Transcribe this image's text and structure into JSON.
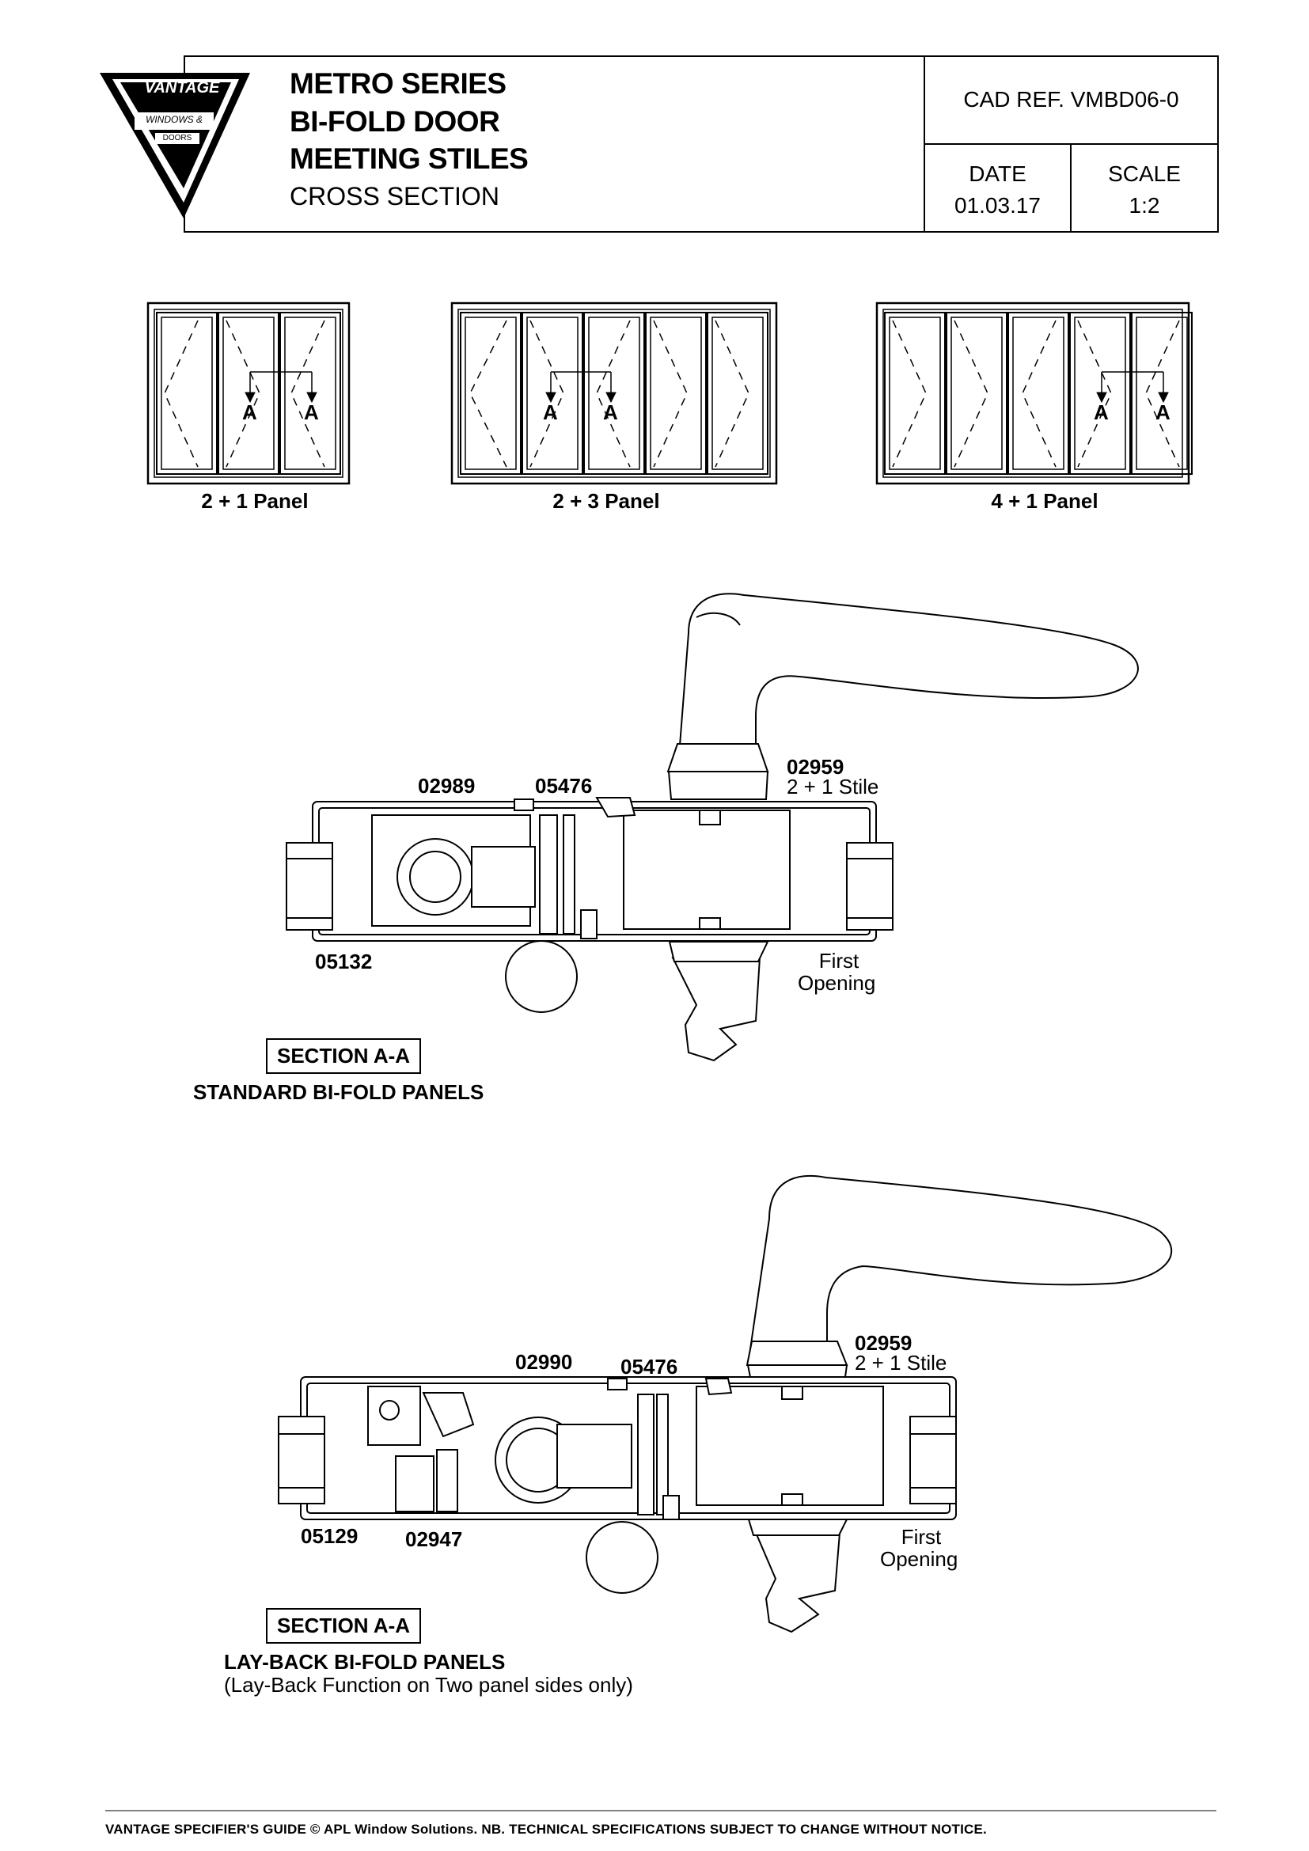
{
  "title_block": {
    "brand": "VANTAGE",
    "brand_sub_1": "WINDOWS &",
    "brand_sub_2": "DOORS",
    "title_line_1": "METRO SERIES",
    "title_line_2": "BI-FOLD DOOR",
    "title_line_3": "MEETING STILES",
    "subtitle": "CROSS SECTION",
    "cad_ref": "CAD REF.  VMBD06-0",
    "date_label": "DATE",
    "date_value": "01.03.17",
    "scale_label": "SCALE",
    "scale_value": "1:2"
  },
  "panel_configs": [
    {
      "label": "2 + 1 Panel",
      "section_marker": "A"
    },
    {
      "label": "2 + 3 Panel",
      "section_marker": "A"
    },
    {
      "label": "4 + 1 Panel",
      "section_marker": "A"
    }
  ],
  "section_standard": {
    "parts": {
      "p1": "02989",
      "p2": "05476",
      "p3": "02959",
      "p3_note": "2 + 1 Stile",
      "p4": "05132",
      "opening_1": "First",
      "opening_2": "Opening"
    },
    "section_label": "SECTION A-A",
    "caption": "STANDARD BI-FOLD PANELS"
  },
  "section_layback": {
    "parts": {
      "p1": "02990",
      "p2": "05476",
      "p3": "02959",
      "p3_note": "2 + 1 Stile",
      "p4": "05129",
      "p5": "02947",
      "opening_1": "First",
      "opening_2": "Opening"
    },
    "section_label": "SECTION A-A",
    "caption": "LAY-BACK BI-FOLD PANELS",
    "caption_note": "(Lay-Back Function on Two panel sides only)"
  },
  "footer": "VANTAGE SPECIFIER'S GUIDE   © APL Window Solutions. NB. TECHNICAL SPECIFICATIONS SUBJECT TO CHANGE WITHOUT NOTICE."
}
